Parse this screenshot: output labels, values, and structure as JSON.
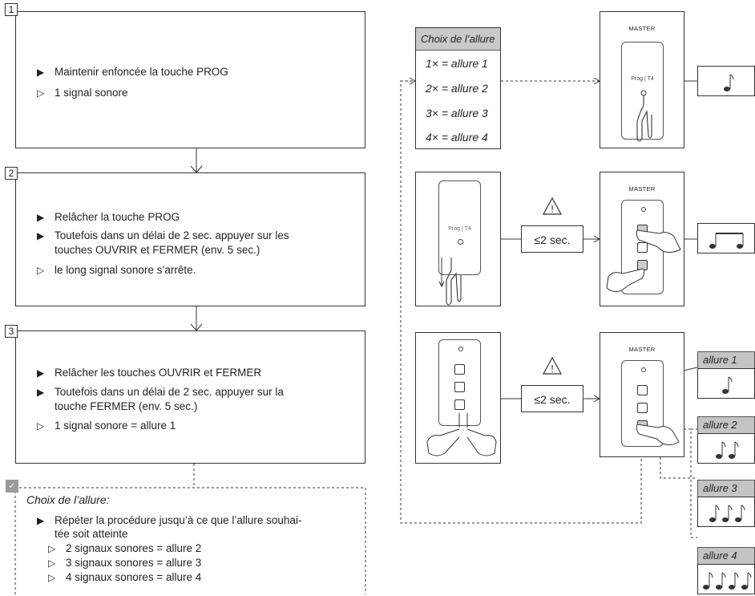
{
  "steps": [
    {
      "num": "1",
      "lines": [
        {
          "sym": "▶",
          "text": "Maintenir enfoncée la touche PROG"
        },
        {
          "sym": "▷",
          "text": "1 signal sonore"
        }
      ]
    },
    {
      "num": "2",
      "lines": [
        {
          "sym": "▶",
          "text": "Relâcher la touche PROG"
        },
        {
          "sym": "▶",
          "text": "Toutefois dans un délai de 2 sec. appuyer sur les"
        },
        {
          "sym": "",
          "text": "touches OUVRIR et FERMER (env. 5 sec.)"
        },
        {
          "sym": "▷",
          "text": "le long signal sonore s’arrête."
        }
      ]
    },
    {
      "num": "3",
      "lines": [
        {
          "sym": "▶",
          "text": "Relâcher les touches OUVRIR et FERMER"
        },
        {
          "sym": "▶",
          "text": "Toutefois dans un délai de 2 sec. appuyer sur la"
        },
        {
          "sym": "",
          "text": "touche FERMER (env. 5 sec.)"
        },
        {
          "sym": "▷",
          "text": "1 signal sonore = allure 1"
        }
      ]
    }
  ],
  "note": {
    "check": "✓",
    "title": "Choix de l’allure:",
    "lines": [
      {
        "sym": "▶",
        "text": "Répéter la procédure jusqu’à ce que l’allure souhai-"
      },
      {
        "sym": "",
        "text": "tée soit atteinte"
      },
      {
        "sym": "▷",
        "text": "2 signaux sonores = allure 2",
        "indent": true
      },
      {
        "sym": "▷",
        "text": "3 signaux sonores = allure 3",
        "indent": true
      },
      {
        "sym": "▷",
        "text": "4 signaux sonores = allure 4",
        "indent": true
      }
    ]
  },
  "choix": {
    "header": "Choix de l’allure",
    "items": [
      "1× = allure 1",
      "2× = allure 2",
      "3× = allure 3",
      "4× = allure 4"
    ]
  },
  "device": {
    "master": "MASTER",
    "prog": "Prog | T4"
  },
  "timing": {
    "label": "≤2 sec.",
    "warning": "!"
  },
  "allures": [
    "allure 1",
    "allure 2",
    "allure 3",
    "allure 4"
  ]
}
